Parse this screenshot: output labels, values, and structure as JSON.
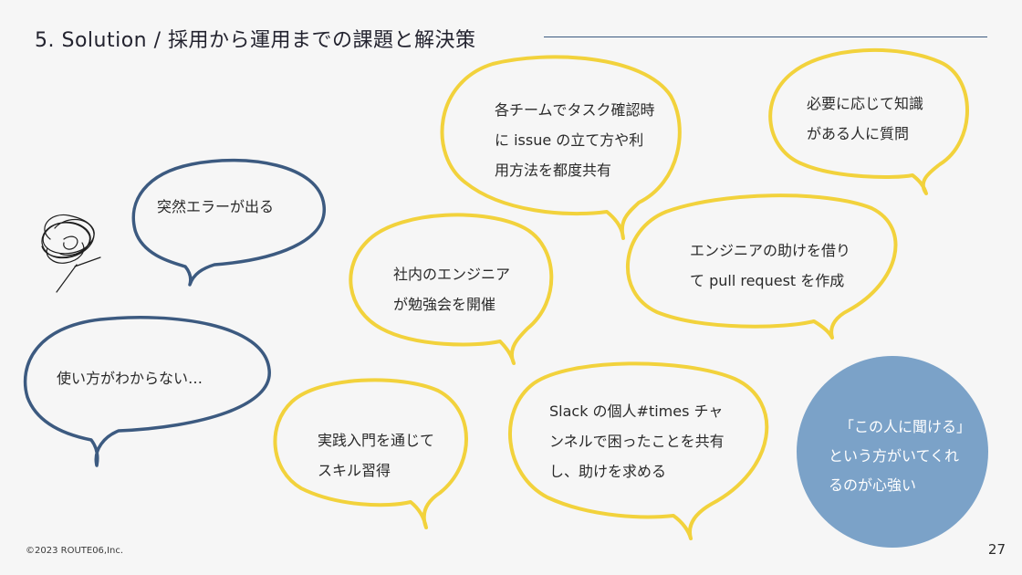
{
  "slide": {
    "title": "5. Solution / 採用から運用までの課題と解決策",
    "footer": "©2023 ROUTE06,Inc.",
    "page_number": "27"
  },
  "problems": {
    "error": "突然エラーが出る",
    "usage": "使い方がわからない…"
  },
  "solutions": {
    "task_check_lines": [
      "各チームでタスク確認時",
      "に issue の立て方や利",
      "用方法を都度共有"
    ],
    "ask_lines": [
      "必要に応じて知識",
      "がある人に質問"
    ],
    "study_lines": [
      "社内のエンジニア",
      "が勉強会を開催"
    ],
    "pull_request_lines": [
      "エンジニアの助けを借り",
      "て pull request を作成"
    ],
    "practice_lines": [
      "実践入門を通じて",
      "スキル習得"
    ],
    "slack_lines": [
      "Slack の個人#times チャ",
      "ンネルで困ったことを共有",
      "し、助けを求める"
    ]
  },
  "highlight": {
    "lines": [
      "「この人に聞ける」",
      "という方がいてくれ",
      "るのが心強い"
    ]
  },
  "colors": {
    "problem_stroke": "#3c5a80",
    "solution_stroke": "#f2d23c",
    "highlight_fill": "#7ba2c8",
    "rule": "#3c5a80"
  },
  "icons": [
    "scribble-icon"
  ]
}
